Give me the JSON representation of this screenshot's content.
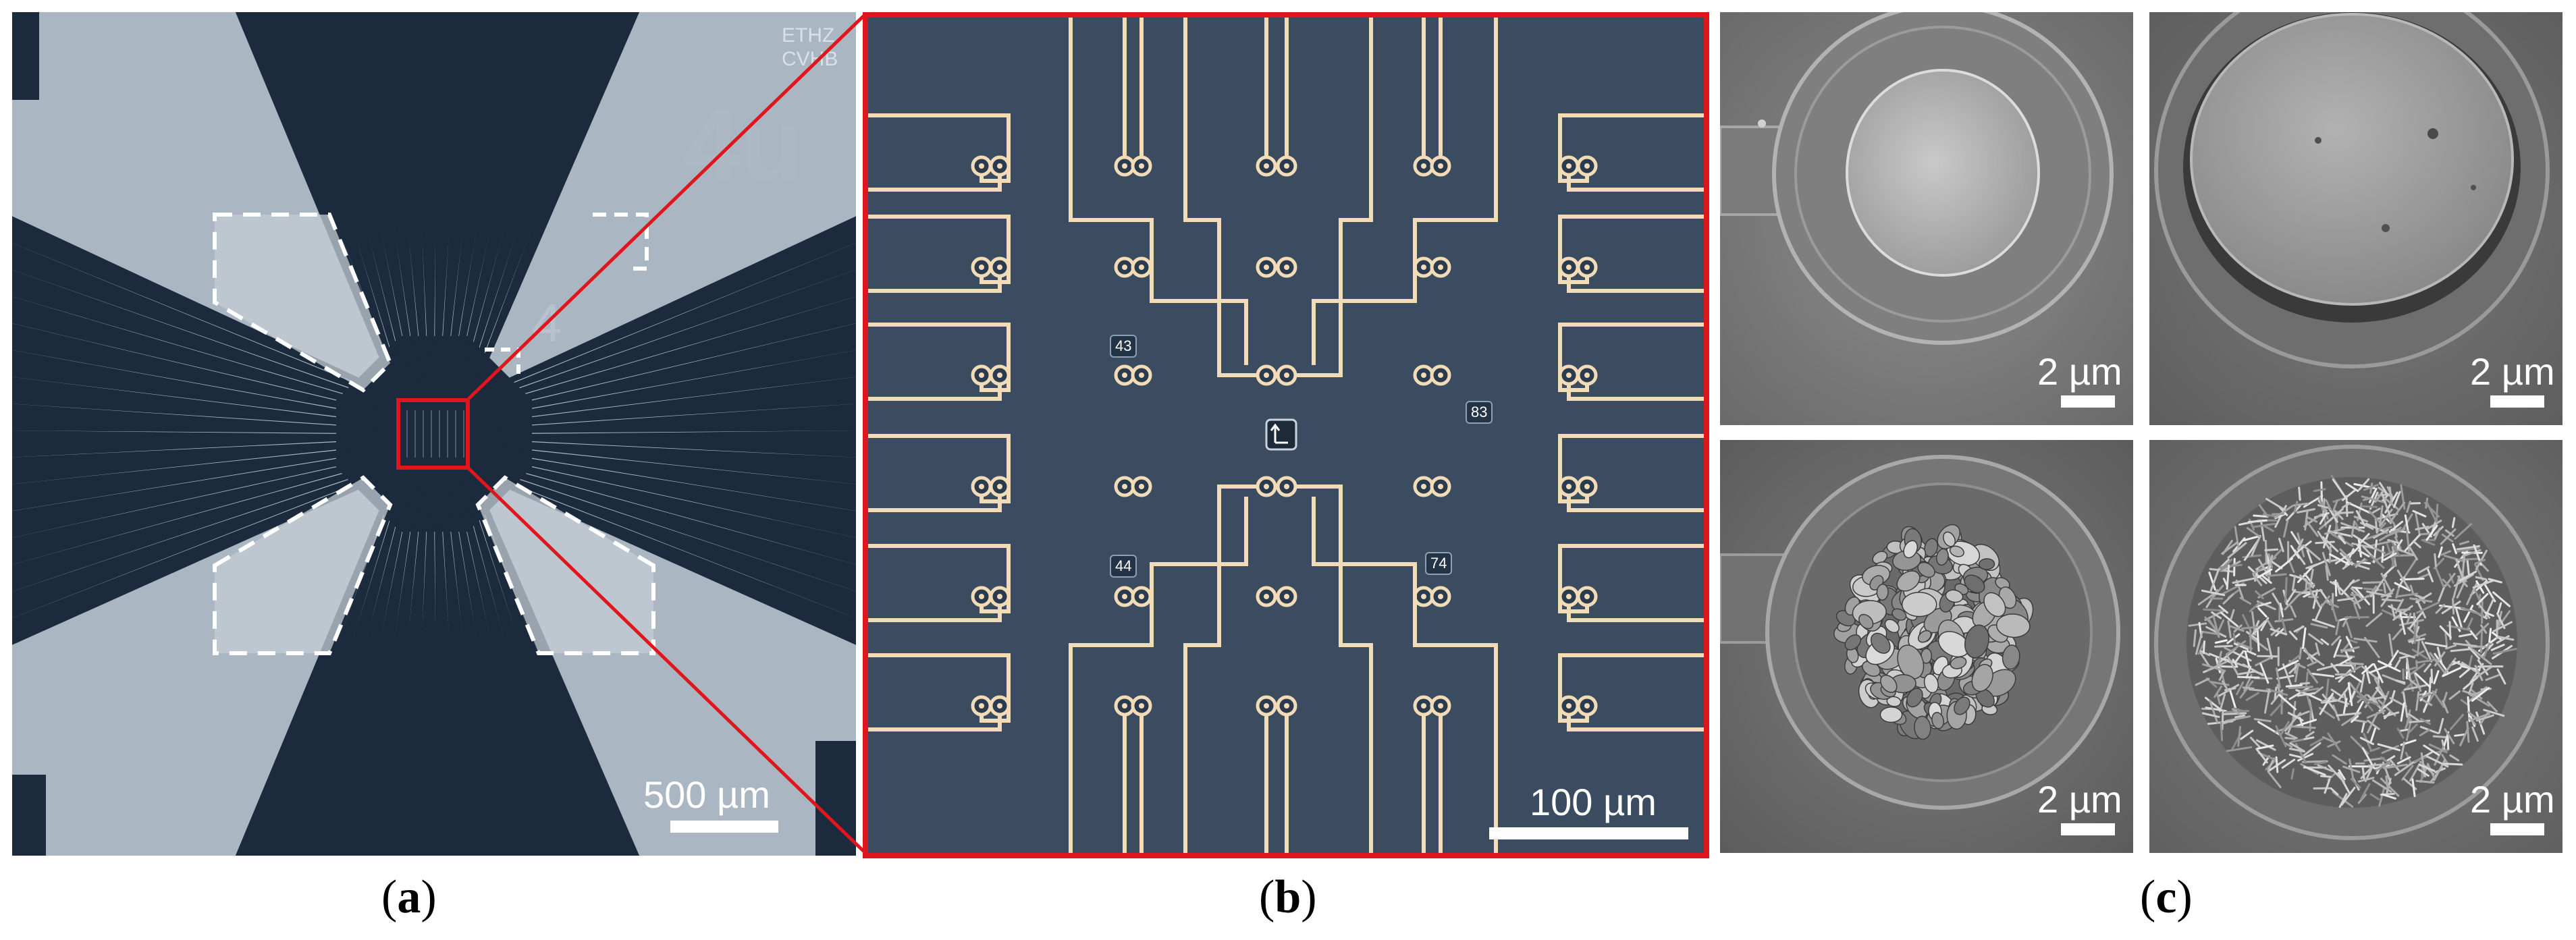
{
  "panel_a": {
    "chip_label_line1": "ETHZ",
    "chip_label_line2": "CVHB",
    "chip_mark": "4u",
    "chip_mark_small": "4",
    "scale_bar": "500 µm",
    "caption_letter": "a"
  },
  "panel_b": {
    "tags": [
      "43",
      "83",
      "44",
      "74"
    ],
    "scale_bar": "100 µm",
    "caption_letter": "b"
  },
  "panel_c": {
    "scale_bars": [
      "2 µm",
      "2 µm",
      "2 µm",
      "2 µm"
    ],
    "caption_letter": "c"
  },
  "colors": {
    "highlight_red": "#e0161c",
    "chip_surface": "#aab6c1",
    "dark_metal": "#1b2a3d",
    "trace_gold": "#f1dcb7"
  }
}
